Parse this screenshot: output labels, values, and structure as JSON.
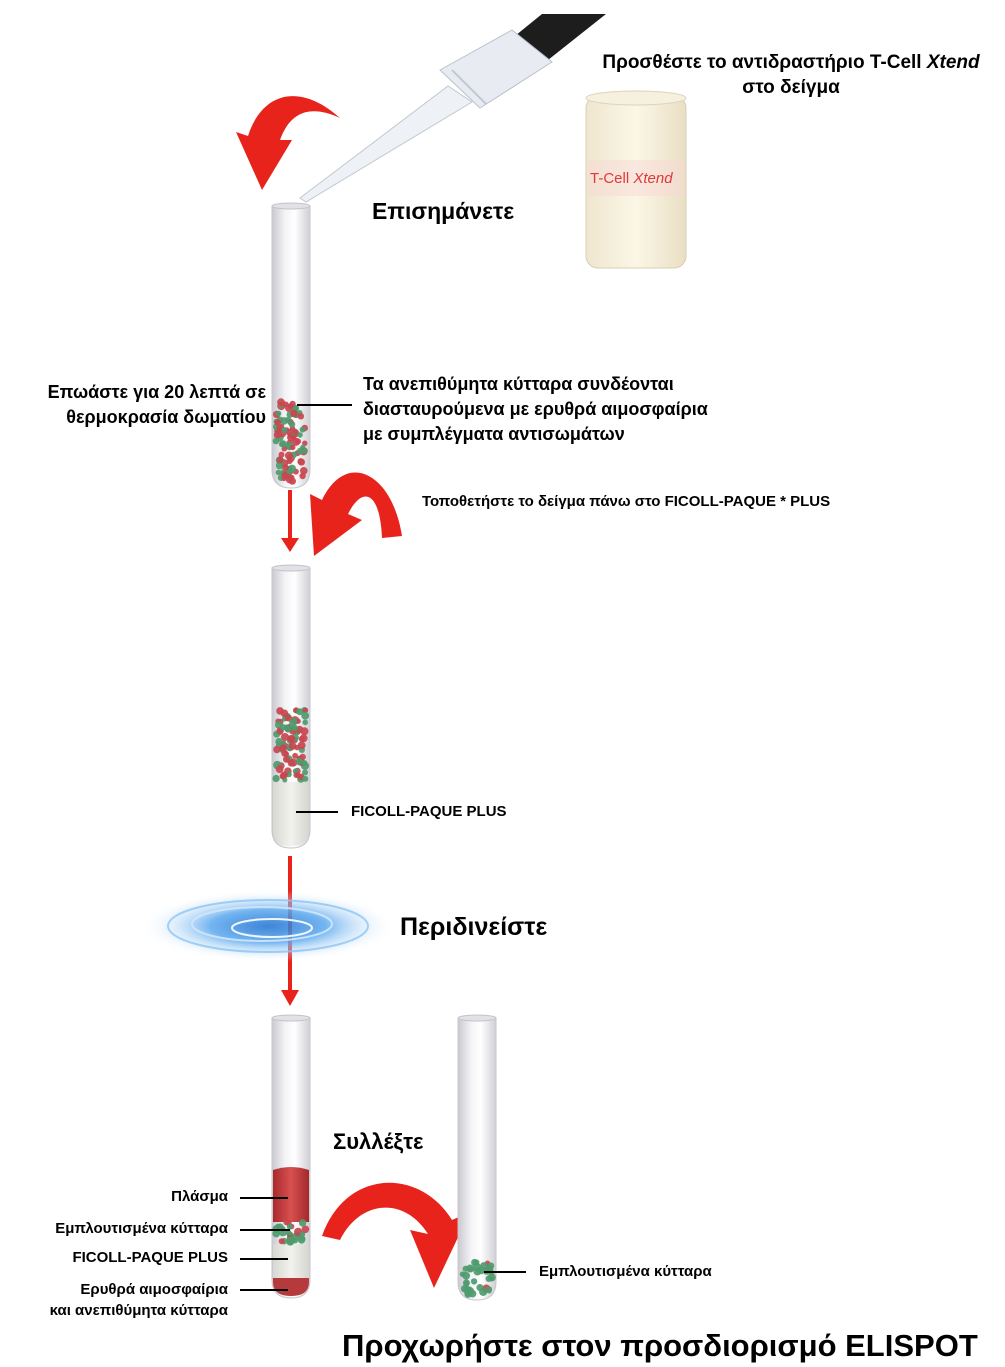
{
  "steps": {
    "add_reagent_prefix": "Προσθέστε το αντιδραστήριο T-Cell ",
    "add_reagent_italic": "Xtend",
    "add_reagent_line2": "στο δείγμα",
    "mark": "Επισημάνετε",
    "incubate_line1": "Επωάστε για 20 λεπτά σε",
    "incubate_line2": "θερμοκρασία δωματίου",
    "bind_line1": "Τα ανεπιθύμητα κύτταρα συνδέονται",
    "bind_line2": "διασταυρούμενα με ερυθρά αιμοσφαίρια",
    "bind_line3": "με συμπλέγματα αντισωμάτων",
    "layer": "Τοποθετήστε το δείγμα πάνω στο FICOLL-PAQUE * PLUS",
    "ficoll_label": "FICOLL-PAQUE PLUS",
    "spin": "Περιδινείστε",
    "collect": "Συλλέξτε",
    "plasma": "Πλάσμα",
    "enriched_cells": "Εμπλουτισμένα κύτταρα",
    "ficoll_label_2": "FICOLL-PAQUE PLUS",
    "rbc_line1": "Ερυθρά αιμοσφαίρια",
    "rbc_line2": "και ανεπιθύμητα κύτταρα",
    "enriched_cells_2": "Εμπλουτισμένα κύτταρα",
    "proceed": "Προχωρήστε στον προσδιορισμό ELISPOT"
  },
  "jar": {
    "label_prefix": "T-Cell ",
    "label_italic": "Xtend"
  },
  "colors": {
    "arrow_red": "#e8231c",
    "tube_glass": "#e6e6ea",
    "cell_red": "#c8464f",
    "cell_green": "#4f9b6e",
    "plasma": "#cc3a3a",
    "ficoll": "#e9e9e4",
    "swirl_blue": "#4a9be0"
  }
}
